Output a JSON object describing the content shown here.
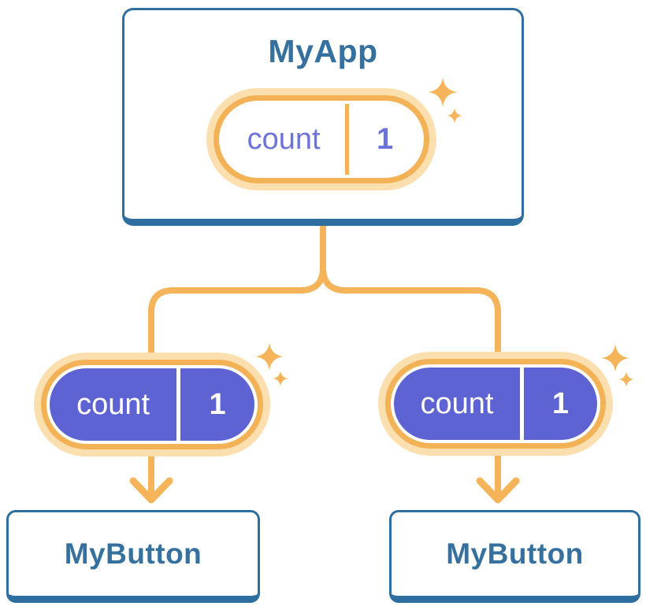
{
  "diagram": {
    "root": {
      "title": "MyApp",
      "state": {
        "name": "count",
        "value": "1"
      }
    },
    "children": [
      {
        "title": "MyButton",
        "state": {
          "name": "count",
          "value": "1"
        }
      },
      {
        "title": "MyButton",
        "state": {
          "name": "count",
          "value": "1"
        }
      }
    ]
  },
  "colors": {
    "node_border_blue": "#2E6F9F",
    "node_text_blue": "#35709E",
    "connector_orange": "#F5B45A",
    "pill_ring_orange": "#F4B256",
    "pill_halo_orange": "#FBDFAE",
    "pill_fill_purple": "#5E63D3",
    "pill_text_purple": "#6D72DC",
    "pill_text_white": "#FFFFFF",
    "background": "#FFFFFF"
  },
  "icons": {
    "sparkle": "four-point-star",
    "arrow": "down-chevron-arrow"
  }
}
